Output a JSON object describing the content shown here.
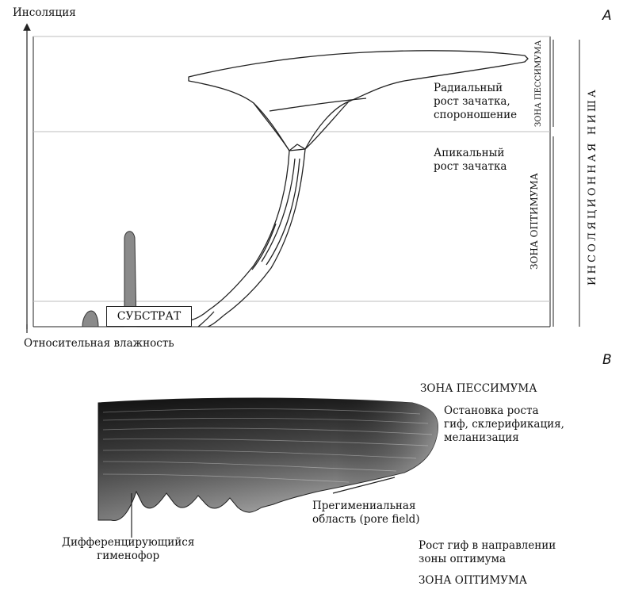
{
  "panel_a": {
    "panel_label": "A",
    "y_axis_label": "Инсоляция",
    "x_axis_label": "Относительная влажность",
    "zone_pessimum": "ЗОНА ПЕССИМУМА",
    "zone_optimum": "ЗОНА ОПТИМУМА",
    "niche": "ИНСОЛЯЦИОННАЯ НИША",
    "radial_growth": "Радиальный\nрост зачатка,\nспороношение",
    "apical_growth": "Апикальный\nрост зачатка",
    "substrate": "СУБСТРАТ"
  },
  "panel_b": {
    "panel_label": "B",
    "zone_pessimum": "ЗОНА ПЕССИМУМА",
    "stop_growth": "Остановка роста\nгиф, склерификация,\nмеланизация",
    "pregymenial": "Прегимениальная\nобласть (pore field)",
    "hymenophore": "Дифференцирующийся\nгименофор",
    "hyphae_growth": "Рост гиф в направлении\nзоны оптимума",
    "zone_optimum": "ЗОНА ОПТИМУМА"
  }
}
